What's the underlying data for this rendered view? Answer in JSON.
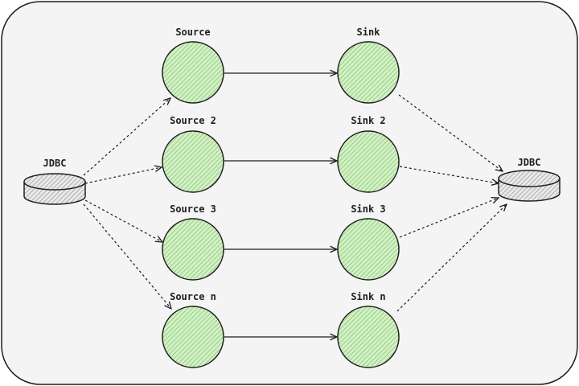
{
  "nodes": {
    "jdbc_left": {
      "label": "JDBC"
    },
    "jdbc_right": {
      "label": "JDBC"
    },
    "sources": [
      {
        "label": "Source"
      },
      {
        "label": "Source 2"
      },
      {
        "label": "Source 3"
      },
      {
        "label": "Source n"
      }
    ],
    "sinks": [
      {
        "label": "Sink"
      },
      {
        "label": "Sink 2"
      },
      {
        "label": "Sink 3"
      },
      {
        "label": "Sink n"
      }
    ]
  },
  "colors": {
    "panel_fill": "#f4f4f4",
    "panel_stroke": "#1e1e1e",
    "node_fill": "#d3f0c6",
    "node_hatch": "#7fc26a",
    "db_fill": "#e9e9e9",
    "db_hatch": "#8a8a8a",
    "edge": "#1e1e1e"
  }
}
